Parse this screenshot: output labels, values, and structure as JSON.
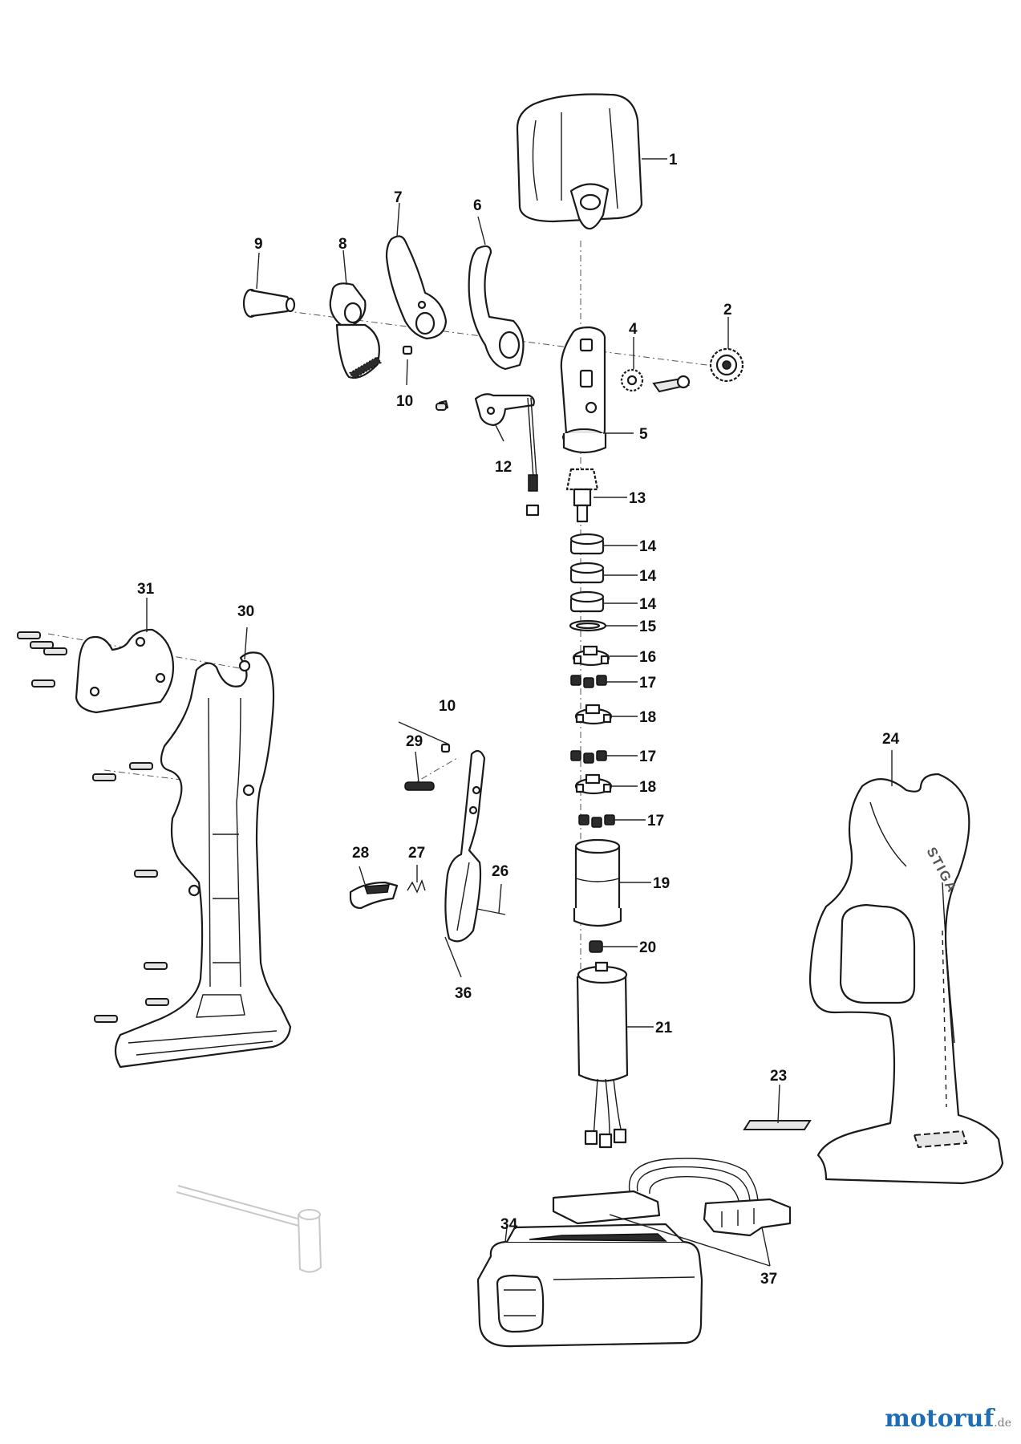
{
  "diagram": {
    "callouts": [
      "1",
      "2",
      "4",
      "5",
      "6",
      "7",
      "8",
      "9",
      "10",
      "10",
      "12",
      "13",
      "14",
      "14",
      "14",
      "15",
      "16",
      "17",
      "17",
      "17",
      "18",
      "18",
      "19",
      "20",
      "21",
      "23",
      "24",
      "26",
      "27",
      "28",
      "29",
      "30",
      "31",
      "34",
      "36",
      "37"
    ],
    "brand_mark": "STIGA"
  },
  "watermark": {
    "name": "motoruf",
    "suffix": ".de"
  }
}
